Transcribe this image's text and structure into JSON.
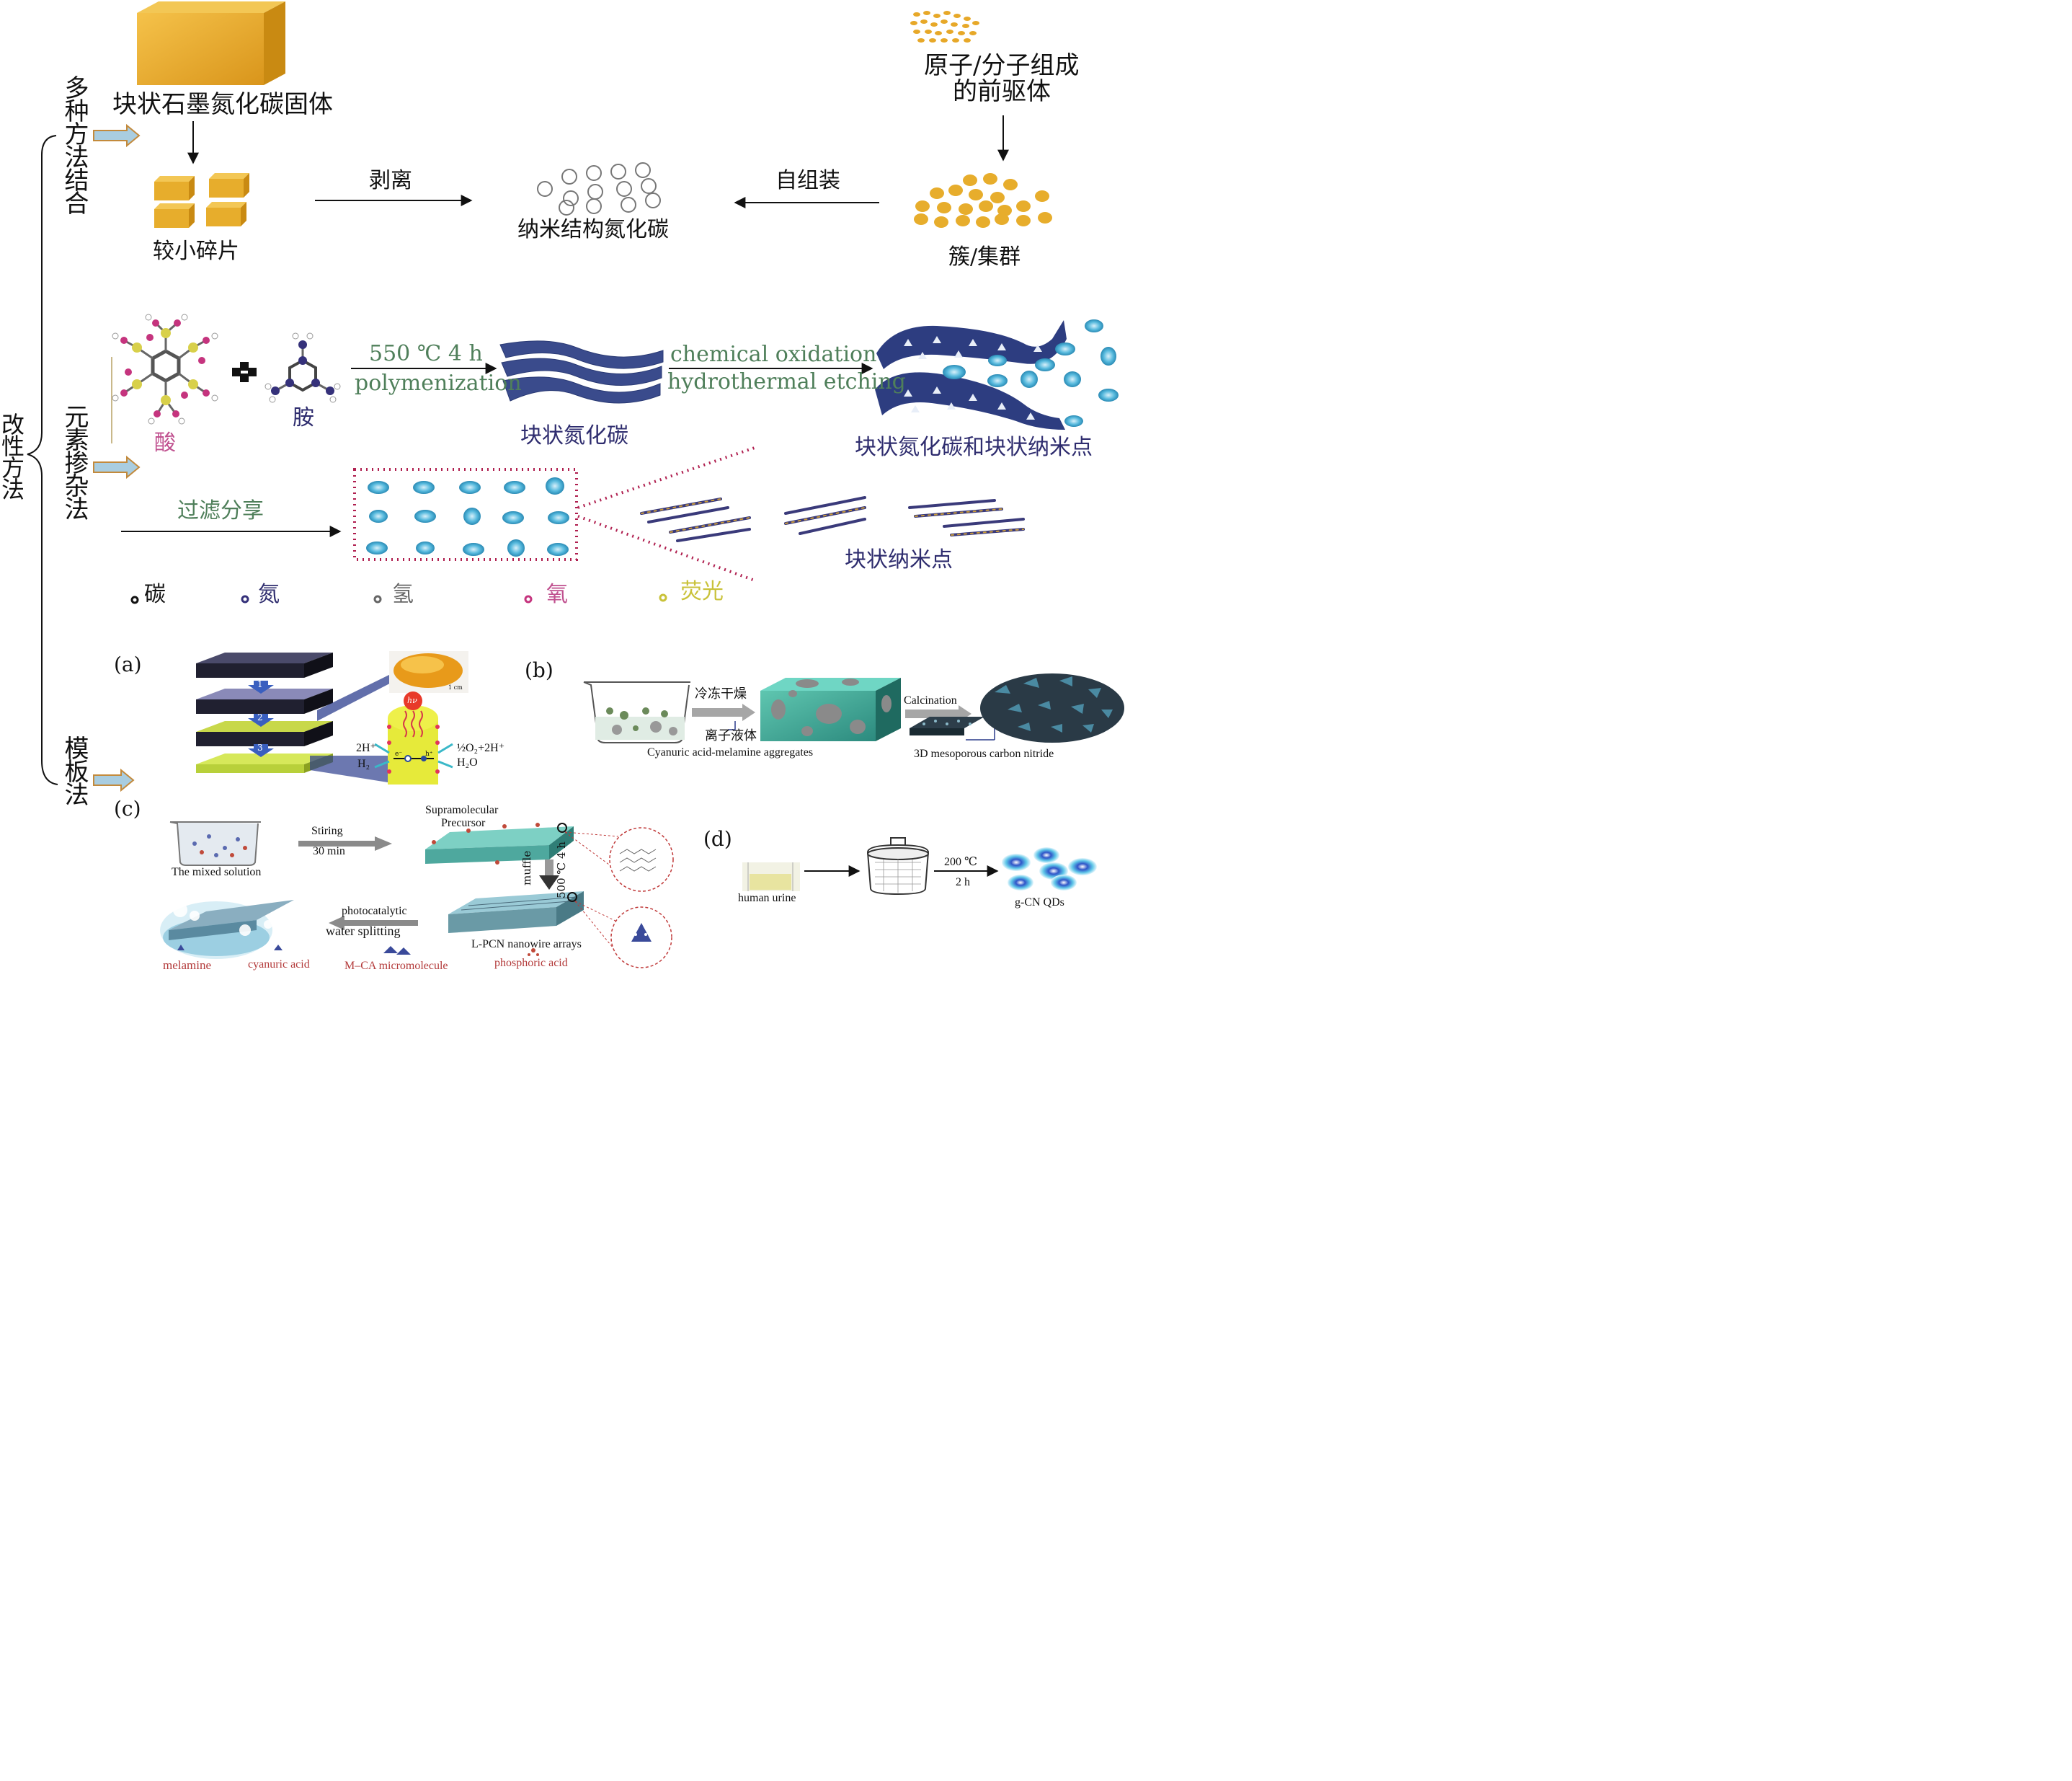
{
  "root_label": "改性方法",
  "methods": {
    "combo": "多种方法结合",
    "doping": "元素掺杂法",
    "template": "模板法"
  },
  "section1": {
    "bulk_solid": "块状石墨氮化碳固体",
    "smaller_pieces": "较小碎片",
    "exfoliation": "剥离",
    "nano_cn": "纳米结构氮化碳",
    "self_assembly": "自组装",
    "precursor_line1": "原子/分子组成",
    "precursor_line2": "的前驱体",
    "cluster": "簇/集群"
  },
  "section2": {
    "acid": "酸",
    "amine": "胺",
    "temp": "550 ℃ 4 h",
    "polymerization": "polymenization",
    "bulk_cn": "块状氮化碳",
    "oxidation": "chemical oxidation",
    "hydrothermal": "hydrothermal etching",
    "bulk_cn_dots": "块状氮化碳和块状纳米点",
    "filter": "过滤分享",
    "bulk_dots": "块状纳米点",
    "legend": [
      "碳",
      "氮",
      "氢",
      "氧",
      "荧光"
    ]
  },
  "section3": {
    "a": {
      "label": "(a)",
      "steps": [
        "1",
        "2",
        "3"
      ],
      "hv": "hν",
      "h2_in": "2H⁺",
      "h2_out": "H₂",
      "o2_out": "½O₂+2H⁺",
      "h2o": "H₂O",
      "e": "e⁻",
      "h": "h⁺",
      "scale": "1 cm"
    },
    "b": {
      "label": "(b)",
      "freeze_dry": "冷冻干燥",
      "ionic_liquid": "离子液体",
      "aggregates": "Cyanuric acid-melamine aggregates",
      "calcination": "Calcination",
      "mesoporous": "3D mesoporous carbon nitride"
    },
    "c": {
      "label": "(c)",
      "mixed": "The mixed solution",
      "stiring": "Stiring",
      "min": "30 min",
      "supra1": "Supramolecular",
      "supra2": "Precursor",
      "muffle": "muffle",
      "temp": "500 ℃ 4 h",
      "photo": "photocatalytic",
      "water": "water splitting",
      "lpcn": "L-PCN nanowire arrays",
      "melamine": "melamine",
      "cyanuric": "cyanuric acid",
      "mca": "M–CA micromolecule",
      "phosphoric": "phosphoric acid"
    },
    "d": {
      "label": "(d)",
      "urine": "human urine",
      "temp": "200 ℃",
      "time": "2 h",
      "qds": "g-CN QDs"
    }
  },
  "colors": {
    "gold": "#e7ad2c",
    "navy": "#33427e",
    "teal": "#41b8d6",
    "dot_red": "#b02050",
    "green_text": "#4f7f5a",
    "arrow_fill": "#a9cde0",
    "arrow_outline": "#c38a3c"
  }
}
